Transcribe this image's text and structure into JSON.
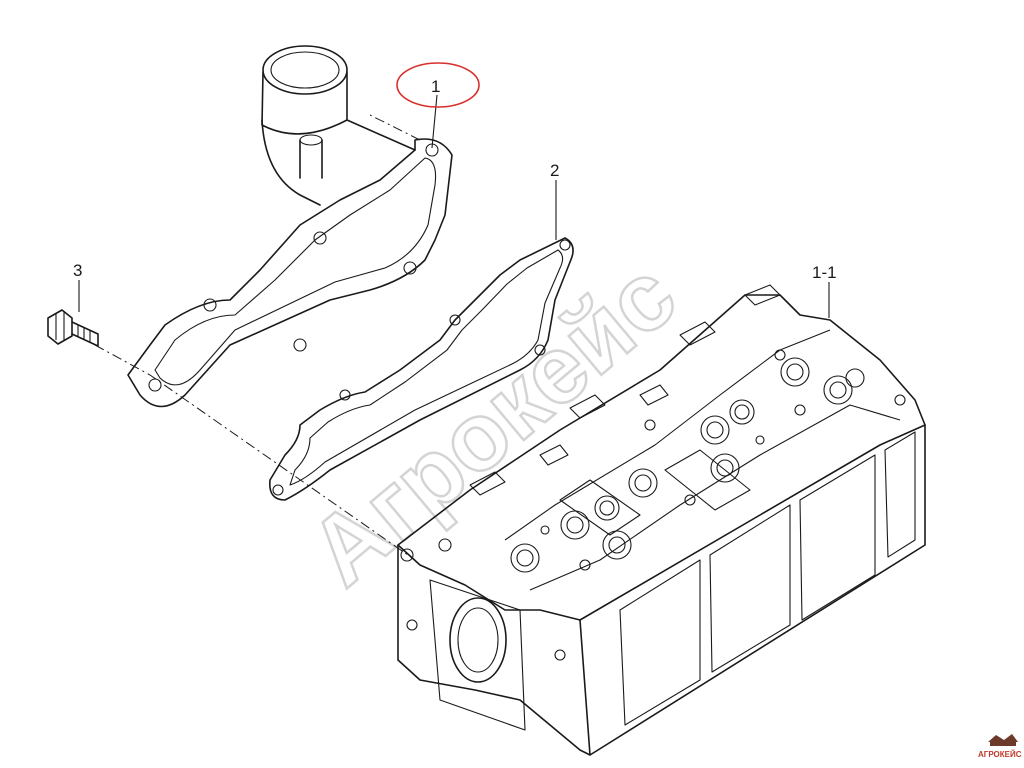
{
  "callouts": {
    "part_1": "1",
    "part_2": "2",
    "part_3": "3",
    "part_1_1": "1-1"
  },
  "highlight": {
    "target": "part_1",
    "color": "#d9302c"
  },
  "watermark": {
    "text": "Агрокейс",
    "color": "#d4d4d4"
  },
  "logo": {
    "text": "АГРОКЕЙС",
    "color": "#c0392b"
  },
  "colors": {
    "line": "#1a1a1a",
    "background": "#ffffff"
  }
}
